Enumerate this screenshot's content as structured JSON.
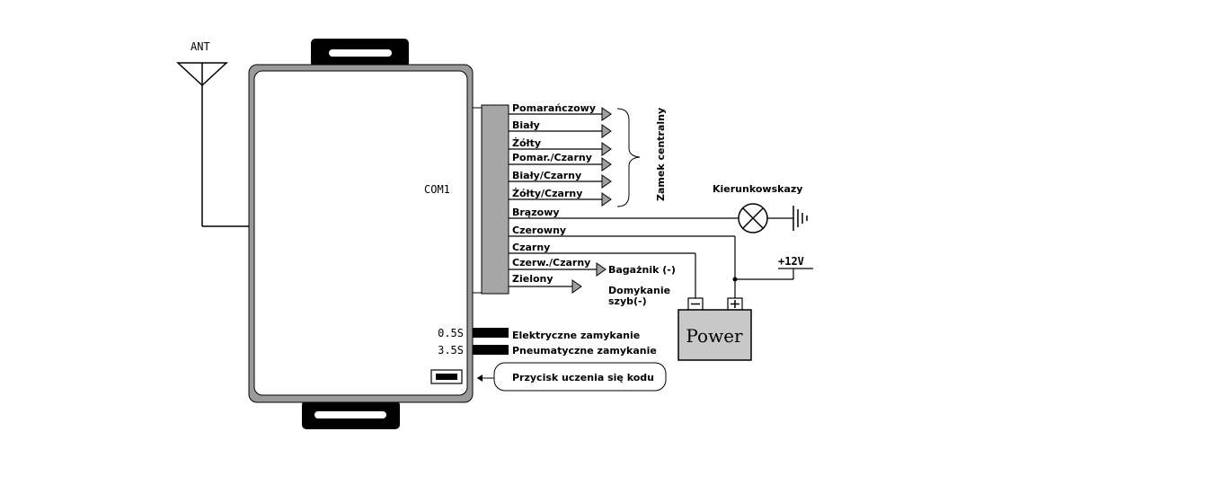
{
  "antenna": {
    "label": "ANT"
  },
  "module": {
    "port_label": "COM1"
  },
  "wires": [
    {
      "label": "Pomarańczowy"
    },
    {
      "label": "Biały"
    },
    {
      "label": "Żółty"
    },
    {
      "label": "Pomar./Czarny"
    },
    {
      "label": "Biały/Czarny"
    },
    {
      "label": "Żółty/Czarny"
    },
    {
      "label": "Brązowy"
    },
    {
      "label": "Czerowny"
    },
    {
      "label": "Czarny"
    },
    {
      "label": "Czerw./Czarny"
    },
    {
      "label": "Zielony"
    }
  ],
  "groups": {
    "central_lock": "Zamek centralny",
    "indicators": "Kierunkowskazy",
    "trunk": "Bagażnik (-)",
    "windows_line1": "Domykanie",
    "windows_line2": "szyb(-)"
  },
  "supply": {
    "voltage": "+12V",
    "battery_label": "Power",
    "minus": "−",
    "plus": "+"
  },
  "jumpers": [
    {
      "time": "0.5S",
      "label": "Elektryczne zamykanie"
    },
    {
      "time": "3.5S",
      "label": "Pneumatyczne zamykanie"
    }
  ],
  "learn_button": {
    "label": "Przycisk uczenia się kodu"
  },
  "colors": {
    "module_fill": "#e6e6e6",
    "connector_fill": "#a6a6a6",
    "battery_fill": "#c8c8c8",
    "ink": "#000000"
  }
}
